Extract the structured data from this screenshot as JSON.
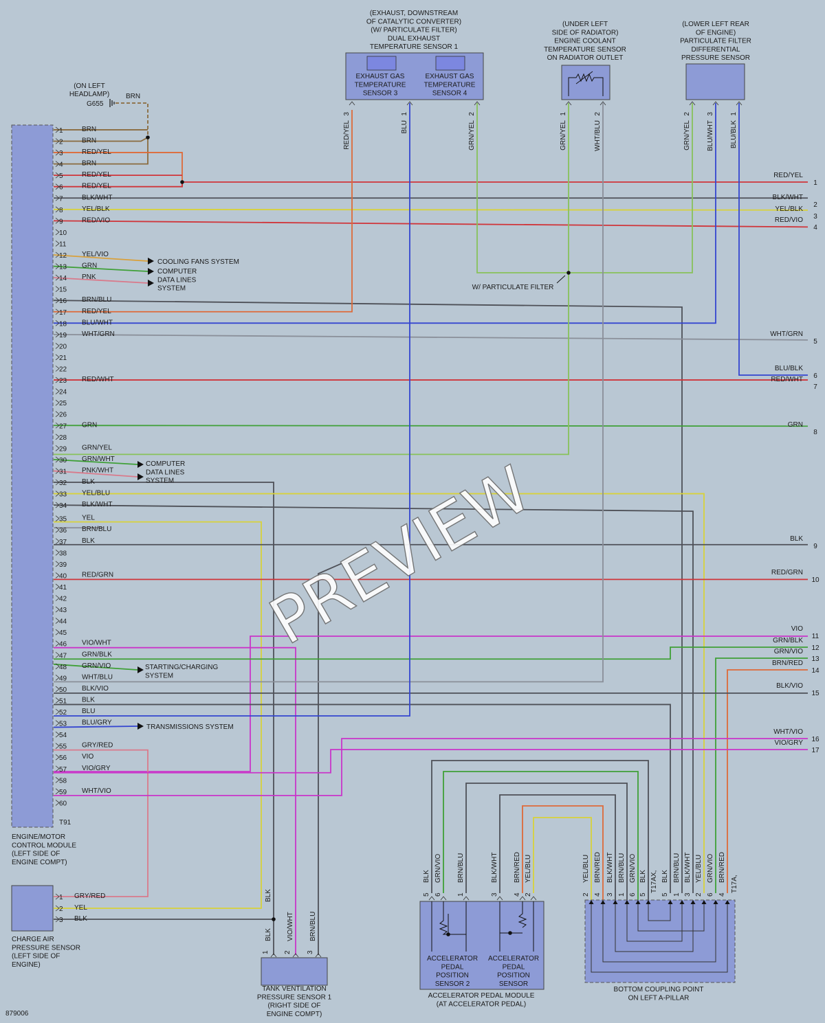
{
  "colors": {
    "background": "#b9c7d3",
    "module": "#8d9bd6",
    "RED": "#d0353a",
    "ORANGE": "#de6a38",
    "GRN": "#3fa037",
    "LGRN": "#88c25a",
    "BLU": "#3445d0",
    "BRN": "#8a6b3e",
    "BLK": "#4e5057",
    "GRY": "#8a8f99",
    "YEL": "#d8d23a",
    "VIO": "#c935c9",
    "PNK": "#d97a8b",
    "ORG": "#d9a03a"
  },
  "ecm": {
    "label_lines": [
      "ENGINE/MOTOR",
      "CONTROL MODULE",
      "(LEFT SIDE OF",
      "ENGINE COMPT)"
    ],
    "connector": "T91",
    "pins": [
      {
        "n": "1",
        "wire": "BRN"
      },
      {
        "n": "2",
        "wire": "BRN"
      },
      {
        "n": "3",
        "wire": "RED/YEL"
      },
      {
        "n": "4",
        "wire": "BRN"
      },
      {
        "n": "5",
        "wire": "RED/YEL"
      },
      {
        "n": "6",
        "wire": "RED/YEL"
      },
      {
        "n": "7",
        "wire": "BLK/WHT"
      },
      {
        "n": "8",
        "wire": "YEL/BLK"
      },
      {
        "n": "9",
        "wire": "RED/VIO"
      },
      {
        "n": "10",
        "wire": ""
      },
      {
        "n": "11",
        "wire": ""
      },
      {
        "n": "12",
        "wire": "YEL/VIO"
      },
      {
        "n": "13",
        "wire": "GRN"
      },
      {
        "n": "14",
        "wire": "PNK"
      },
      {
        "n": "15",
        "wire": ""
      },
      {
        "n": "16",
        "wire": "BRN/BLU"
      },
      {
        "n": "17",
        "wire": "RED/YEL"
      },
      {
        "n": "18",
        "wire": "BLU/WHT"
      },
      {
        "n": "19",
        "wire": "WHT/GRN"
      },
      {
        "n": "20",
        "wire": ""
      },
      {
        "n": "21",
        "wire": ""
      },
      {
        "n": "22",
        "wire": ""
      },
      {
        "n": "23",
        "wire": "RED/WHT"
      },
      {
        "n": "24",
        "wire": ""
      },
      {
        "n": "25",
        "wire": ""
      },
      {
        "n": "26",
        "wire": ""
      },
      {
        "n": "27",
        "wire": "GRN"
      },
      {
        "n": "28",
        "wire": ""
      },
      {
        "n": "29",
        "wire": "GRN/YEL"
      },
      {
        "n": "30",
        "wire": "GRN/WHT"
      },
      {
        "n": "31",
        "wire": "PNK/WHT"
      },
      {
        "n": "32",
        "wire": "BLK"
      },
      {
        "n": "33",
        "wire": "YEL/BLU"
      },
      {
        "n": "34",
        "wire": "BLK/WHT"
      },
      {
        "n": "35",
        "wire": "YEL"
      },
      {
        "n": "36",
        "wire": "BRN/BLU"
      },
      {
        "n": "37",
        "wire": "BLK"
      },
      {
        "n": "38",
        "wire": ""
      },
      {
        "n": "39",
        "wire": ""
      },
      {
        "n": "40",
        "wire": "RED/GRN"
      },
      {
        "n": "41",
        "wire": ""
      },
      {
        "n": "42",
        "wire": ""
      },
      {
        "n": "43",
        "wire": ""
      },
      {
        "n": "44",
        "wire": ""
      },
      {
        "n": "45",
        "wire": ""
      },
      {
        "n": "46",
        "wire": "VIO/WHT"
      },
      {
        "n": "47",
        "wire": "GRN/BLK"
      },
      {
        "n": "48",
        "wire": "GRN/VIO"
      },
      {
        "n": "49",
        "wire": "WHT/BLU"
      },
      {
        "n": "50",
        "wire": "BLK/VIO"
      },
      {
        "n": "51",
        "wire": "BLK"
      },
      {
        "n": "52",
        "wire": "BLU"
      },
      {
        "n": "53",
        "wire": "BLU/GRY"
      },
      {
        "n": "54",
        "wire": ""
      },
      {
        "n": "55",
        "wire": "GRY/RED"
      },
      {
        "n": "56",
        "wire": "VIO"
      },
      {
        "n": "57",
        "wire": "VIO/GRY"
      },
      {
        "n": "58",
        "wire": ""
      },
      {
        "n": "59",
        "wire": "WHT/VIO"
      },
      {
        "n": "60",
        "wire": ""
      }
    ]
  },
  "ground": {
    "label_lines": [
      "(ON LEFT",
      "HEADLAMP)"
    ],
    "id": "G655",
    "wire": "BRN"
  },
  "systems": {
    "cooling_fans": "COOLING FANS SYSTEM",
    "computer_data_lines_1": [
      "COMPUTER",
      "DATA LINES",
      "SYSTEM"
    ],
    "computer_data_lines_2": [
      "COMPUTER",
      "DATA LINES",
      "SYSTEM"
    ],
    "starting_charging": [
      "STARTING/CHARGING",
      "SYSTEM"
    ],
    "transmissions": "TRANSMISSIONS SYSTEM"
  },
  "exhaust_sensor": {
    "location_lines": [
      "(EXHAUST, DOWNSTREAM",
      "OF CATALYTIC CONVERTER)",
      "(W/ PARTICULATE FILTER)",
      "DUAL EXHAUST",
      "TEMPERATURE SENSOR 1"
    ],
    "sub3_lines": [
      "EXHAUST GAS",
      "TEMPERATURE",
      "SENSOR 3"
    ],
    "sub4_lines": [
      "EXHAUST GAS",
      "TEMPERATURE",
      "SENSOR 4"
    ],
    "pins": [
      {
        "n": "3",
        "wire": "RED/YEL"
      },
      {
        "n": "1",
        "wire": "BLU"
      },
      {
        "n": "2",
        "wire": "GRN/YEL"
      }
    ]
  },
  "coolant_sensor": {
    "label_lines": [
      "(UNDER LEFT",
      "SIDE OF RADIATOR)",
      "ENGINE COOLANT",
      "TEMPERATURE SENSOR",
      "ON RADIATOR OUTLET"
    ],
    "pins": [
      {
        "n": "1",
        "wire": "GRN/YEL"
      },
      {
        "n": "2",
        "wire": "WHT/BLU"
      }
    ]
  },
  "dp_sensor": {
    "label_lines": [
      "(LOWER LEFT REAR",
      "OF ENGINE)",
      "PARTICULATE FILTER",
      "DIFFERENTIAL",
      "PRESSURE SENSOR"
    ],
    "pins": [
      {
        "n": "2",
        "wire": "GRN/YEL"
      },
      {
        "n": "3",
        "wire": "BLU/WHT"
      },
      {
        "n": "1",
        "wire": "BLU/BLK"
      }
    ]
  },
  "particulate_note": "W/ PARTICULATE FILTER",
  "right_edge": [
    {
      "wire": "RED/YEL",
      "n": "1"
    },
    {
      "wire": "BLK/WHT",
      "n": "2"
    },
    {
      "wire": "YEL/BLK",
      "n": "3"
    },
    {
      "wire": "RED/VIO",
      "n": "4"
    },
    {
      "wire": "WHT/GRN",
      "n": "5"
    },
    {
      "wire": "BLU/BLK",
      "n": "6"
    },
    {
      "wire": "RED/WHT",
      "n": "7"
    },
    {
      "wire": "GRN",
      "n": "8"
    },
    {
      "wire": "BLK",
      "n": "9"
    },
    {
      "wire": "RED/GRN",
      "n": "10"
    },
    {
      "wire": "VIO",
      "n": "11"
    },
    {
      "wire": "GRN/BLK",
      "n": "12"
    },
    {
      "wire": "GRN/VIO",
      "n": "13"
    },
    {
      "wire": "BRN/RED",
      "n": "14"
    },
    {
      "wire": "BLK/VIO",
      "n": "15"
    },
    {
      "wire": "WHT/VIO",
      "n": "16"
    },
    {
      "wire": "VIO/GRY",
      "n": "17"
    }
  ],
  "charge_air": {
    "label_lines": [
      "CHARGE AIR",
      "PRESSURE SENSOR",
      "(LEFT SIDE OF",
      "ENGINE)"
    ],
    "pins": [
      {
        "n": "1",
        "wire": "GRY/RED"
      },
      {
        "n": "2",
        "wire": "YEL"
      },
      {
        "n": "3",
        "wire": "BLK"
      }
    ],
    "riser_wire": "BLK"
  },
  "tank": {
    "label_lines": [
      "TANK VENTILATION",
      "PRESSURE SENSOR 1",
      "(RIGHT SIDE OF",
      "ENGINE COMPT)"
    ],
    "pins": [
      {
        "n": "1",
        "wire": "BLK"
      },
      {
        "n": "2",
        "wire": "VIO/WHT"
      },
      {
        "n": "3",
        "wire": "BRN/BLU"
      }
    ]
  },
  "pedal": {
    "label_lines": [
      "ACCELERATOR PEDAL MODULE",
      "(AT ACCELERATOR PEDAL)"
    ],
    "sensor2_lines": [
      "ACCELERATOR",
      "PEDAL",
      "POSITION",
      "SENSOR 2"
    ],
    "sensor1_lines": [
      "ACCELERATOR",
      "PEDAL",
      "POSITION",
      "SENSOR"
    ],
    "pins": [
      {
        "n": "5",
        "wire": "BLK"
      },
      {
        "n": "6",
        "wire": "GRN/VIO"
      },
      {
        "n": "1",
        "wire": "BRN/BLU"
      },
      {
        "n": "3",
        "wire": "BLK/WHT"
      },
      {
        "n": "4",
        "wire": "BRN/RED"
      },
      {
        "n": "2",
        "wire": "YEL/BLU"
      }
    ]
  },
  "coupling": {
    "label_lines": [
      "BOTTOM COUPLING POINT",
      "ON LEFT A-PILLAR"
    ],
    "t17ax": "T17AX,",
    "t17a": "T17A,",
    "pins_a": [
      {
        "n": "2",
        "wire": "YEL/BLU"
      },
      {
        "n": "4",
        "wire": "BRN/RED"
      },
      {
        "n": "3",
        "wire": "BLK/WHT"
      },
      {
        "n": "1",
        "wire": "BRN/BLU"
      },
      {
        "n": "6",
        "wire": "GRN/VIO"
      },
      {
        "n": "5",
        "wire": "BLK"
      }
    ],
    "pins_b": [
      {
        "n": "5",
        "wire": "BLK"
      },
      {
        "n": "1",
        "wire": "BRN/BLU"
      },
      {
        "n": "3",
        "wire": "BLK/WHT"
      },
      {
        "n": "2",
        "wire": "YEL/BLU"
      },
      {
        "n": "6",
        "wire": "GRN/VIO"
      },
      {
        "n": "4",
        "wire": "BRN/RED"
      }
    ]
  },
  "figure_id": "879006",
  "watermark": "PREVIEW"
}
